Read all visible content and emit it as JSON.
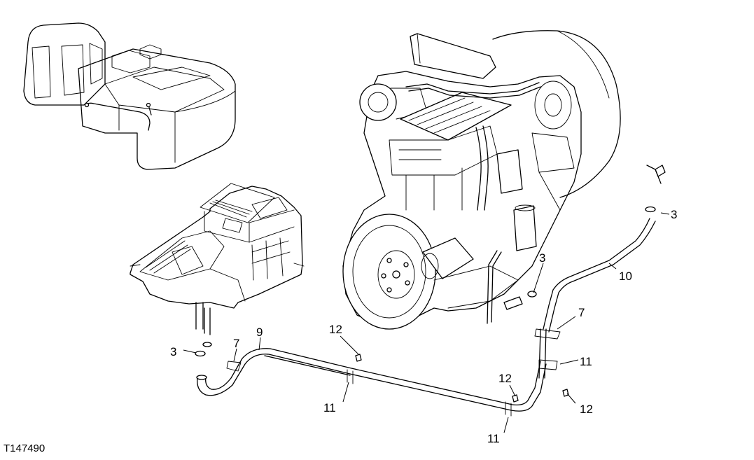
{
  "figure": {
    "id": "T147490",
    "colors": {
      "line": "#000000",
      "background": "#ffffff"
    }
  },
  "callouts": [
    {
      "key": "c3a",
      "label": "3"
    },
    {
      "key": "c3b",
      "label": "3"
    },
    {
      "key": "c3c",
      "label": "3"
    },
    {
      "key": "c7a",
      "label": "7"
    },
    {
      "key": "c7b",
      "label": "7"
    },
    {
      "key": "c9",
      "label": "9"
    },
    {
      "key": "c10",
      "label": "10"
    },
    {
      "key": "c11a",
      "label": "11"
    },
    {
      "key": "c11b",
      "label": "11"
    },
    {
      "key": "c11c",
      "label": "11"
    },
    {
      "key": "c12a",
      "label": "12"
    },
    {
      "key": "c12b",
      "label": "12"
    },
    {
      "key": "c12c",
      "label": "12"
    }
  ]
}
